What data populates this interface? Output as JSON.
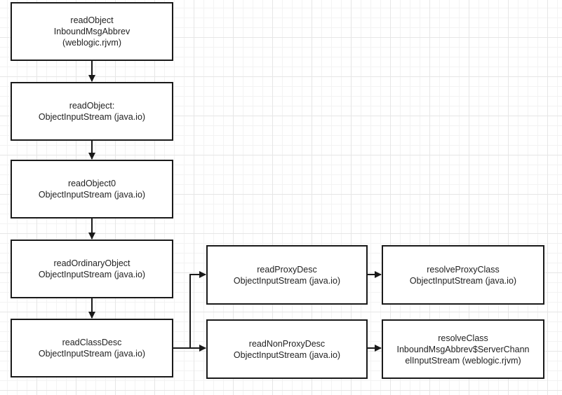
{
  "nodes": [
    {
      "id": "n1",
      "lines": [
        "readObject",
        "InboundMsgAbbrev",
        "(weblogic.rjvm)"
      ]
    },
    {
      "id": "n2",
      "lines": [
        "readObject:",
        "ObjectInputStream (java.io)"
      ]
    },
    {
      "id": "n3",
      "lines": [
        "readObject0",
        "ObjectInputStream (java.io)"
      ]
    },
    {
      "id": "n4",
      "lines": [
        "readOrdinaryObject",
        "ObjectInputStream (java.io)"
      ]
    },
    {
      "id": "n5",
      "lines": [
        "readClassDesc",
        "ObjectInputStream (java.io)"
      ]
    },
    {
      "id": "n6",
      "lines": [
        "readProxyDesc",
        "ObjectInputStream (java.io)"
      ]
    },
    {
      "id": "n7",
      "lines": [
        "readNonProxyDesc",
        "ObjectInputStream (java.io)"
      ]
    },
    {
      "id": "n8",
      "lines": [
        "resolveProxyClass",
        "ObjectInputStream (java.io)"
      ]
    },
    {
      "id": "n9",
      "lines": [
        "resolveClass",
        "InboundMsgAbbrev$ServerChann",
        "elInputStream (weblogic.rjvm)"
      ]
    }
  ],
  "edges": [
    {
      "from": "n1",
      "to": "n2"
    },
    {
      "from": "n2",
      "to": "n3"
    },
    {
      "from": "n3",
      "to": "n4"
    },
    {
      "from": "n4",
      "to": "n5"
    },
    {
      "from": "n5",
      "to": "n6"
    },
    {
      "from": "n5",
      "to": "n7"
    },
    {
      "from": "n6",
      "to": "n8"
    },
    {
      "from": "n7",
      "to": "n9"
    }
  ],
  "colors": {
    "stroke": "#1a1a1a",
    "text": "#222222",
    "grid": "#e6e6e6"
  }
}
